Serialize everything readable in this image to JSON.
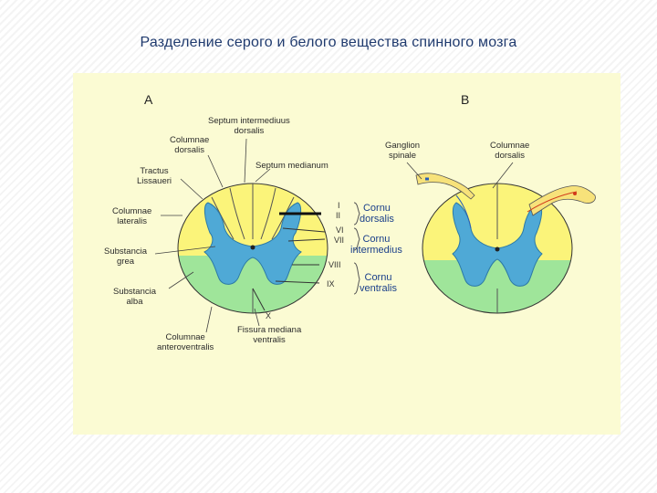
{
  "title": "Разделение серого и белого вещества спинного мозга",
  "diagram": {
    "panel_a_label": "A",
    "panel_b_label": "B",
    "labels_a": {
      "septum_intermedium": "Septum intermediuus\ndorsalis",
      "columnae_dorsalis": "Columnae\ndorsalis",
      "tractus_lissaueri": "Tractus\nLissaueri",
      "septum_medianum": "Septum medianum",
      "columnae_lateralis": "Columnae\nlateralis",
      "substancia_grea": "Substancia\ngrea",
      "substancia_alba": "Substancia\nalba",
      "columnae_anteroventralis": "Columnae\nanteroventralis",
      "fissura_mediana": "Fissura mediana\nventralis"
    },
    "laminae": {
      "i": "I",
      "ii": "II",
      "vi": "VI",
      "vii": "VII",
      "viii": "VIII",
      "ix": "IX",
      "x": "X"
    },
    "zones": {
      "cornu_dorsalis": "Cornu\ndorsalis",
      "cornu_intermedius": "Cornu\nintermedius",
      "cornu_ventralis": "Cornu\nventralis"
    },
    "labels_b": {
      "ganglion_spinale": "Ganglion\nspinale",
      "columnae_dorsalis": "Columnae\ndorsalis"
    },
    "colors": {
      "background": "#fbfbd3",
      "white_matter_dorsal": "#fbf47a",
      "white_matter_ventral": "#9fe59a",
      "grey_matter": "#4fa9d6",
      "title": "#1f3a6e",
      "root_fill": "#f7e27a",
      "fiber": "#d23a1a"
    }
  }
}
